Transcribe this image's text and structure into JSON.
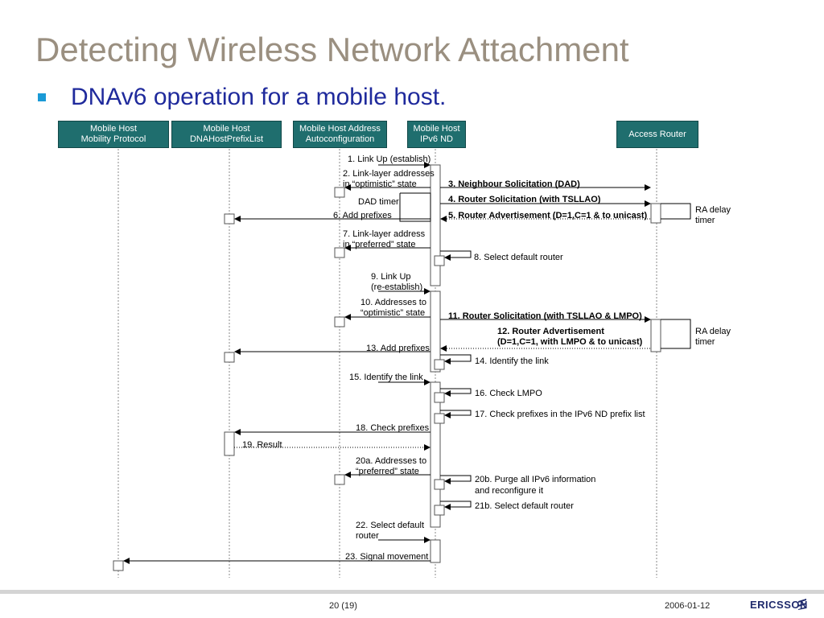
{
  "title": "Detecting Wireless Network Attachment",
  "bullet": "DNAv6 operation for a mobile host.",
  "lanes": [
    {
      "line1": "Mobile Host",
      "line2": "Mobility Protocol"
    },
    {
      "line1": "Mobile Host",
      "line2": "DNAHostPrefixList"
    },
    {
      "line1": "Mobile Host Address",
      "line2": "Autoconfiguration"
    },
    {
      "line1": "Mobile Host",
      "line2": "IPv6 ND"
    },
    {
      "line1": "Access Router",
      "line2": ""
    }
  ],
  "messages": {
    "m1": "1. Link Up (establish)",
    "m2a": "2. Link-layer addresses",
    "m2b": "in “optimistic” state",
    "m3": "3. Neighbour Solicitation (DAD)",
    "m4": "4. Router Solicitation (with TSLLAO)",
    "dad": "DAD timer",
    "m5": "5. Router Advertisement (D=1,C=1 & to unicast)",
    "m6": "6. Add prefixes",
    "ra1a": "RA delay",
    "ra1b": "timer",
    "m7a": "7. Link-layer address",
    "m7b": "in “preferred” state",
    "m8": "8. Select default router",
    "m9a": "9. Link Up",
    "m9b": "(re-establish)",
    "m10a": "10. Addresses to",
    "m10b": "“optimistic” state",
    "m11": "11. Router Solicitation (with TSLLAO & LMPO)",
    "m12a": "12. Router Advertisement",
    "m12b": "(D=1,C=1, with LMPO & to unicast)",
    "ra2a": "RA delay",
    "ra2b": "timer",
    "m13": "13. Add prefixes",
    "m14": "14. Identify the link",
    "m15": "15. Identify the link",
    "m16": "16. Check LMPO",
    "m17": "17. Check prefixes in the IPv6 ND prefix list",
    "m18": "18. Check prefixes",
    "m19": "19. Result",
    "m20aa": "20a. Addresses to",
    "m20ab": "“preferred” state",
    "m20ba": "20b. Purge all IPv6 information",
    "m20bb": "and reconfigure it",
    "m21": "21b. Select default router",
    "m22a": "22. Select default",
    "m22b": "router",
    "m23": "23. Signal movement"
  },
  "footer": {
    "page": "20 (19)",
    "date": "2006-01-12",
    "brand": "ERICSSON"
  },
  "colors": {
    "lane_fill": "#1f6e6e",
    "title": "#9a8f80",
    "bullet_text": "#1f2a9c",
    "bullet_marker": "#1a9ad6"
  }
}
